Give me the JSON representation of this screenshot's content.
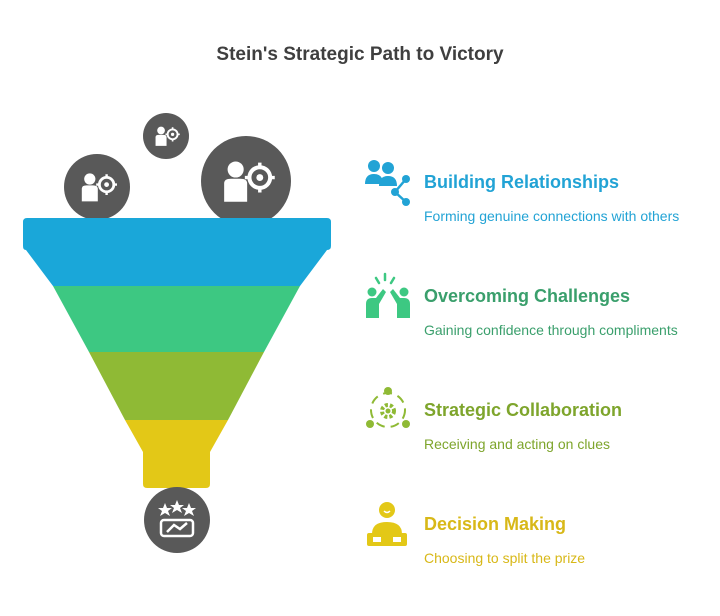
{
  "title": "Stein's Strategic Path to Victory",
  "colors": {
    "blue": "#1aa7d9",
    "green": "#3dc882",
    "olive": "#8fba35",
    "yellow": "#e3c817",
    "gray": "#595959",
    "heading_blue": "#22a3d5",
    "heading_green": "#3a9f6c",
    "heading_olive": "#7ea52c",
    "heading_yellow": "#d8b818"
  },
  "steps": [
    {
      "heading": "Building Relationships",
      "description": "Forming genuine connections with others",
      "icon": "people-share-icon"
    },
    {
      "heading": "Overcoming Challenges",
      "description": "Gaining confidence through compliments",
      "icon": "high-five-icon"
    },
    {
      "heading": "Strategic Collaboration",
      "description": "Receiving and acting on clues",
      "icon": "gear-team-icon"
    },
    {
      "heading": "Decision Making",
      "description": "Choosing to split the prize",
      "icon": "person-desk-icon"
    }
  ],
  "top_icons": [
    "businessman-target-icon",
    "businessman-target-icon",
    "businessman-target-icon"
  ],
  "bottom_icon": "stars-handshake-icon"
}
